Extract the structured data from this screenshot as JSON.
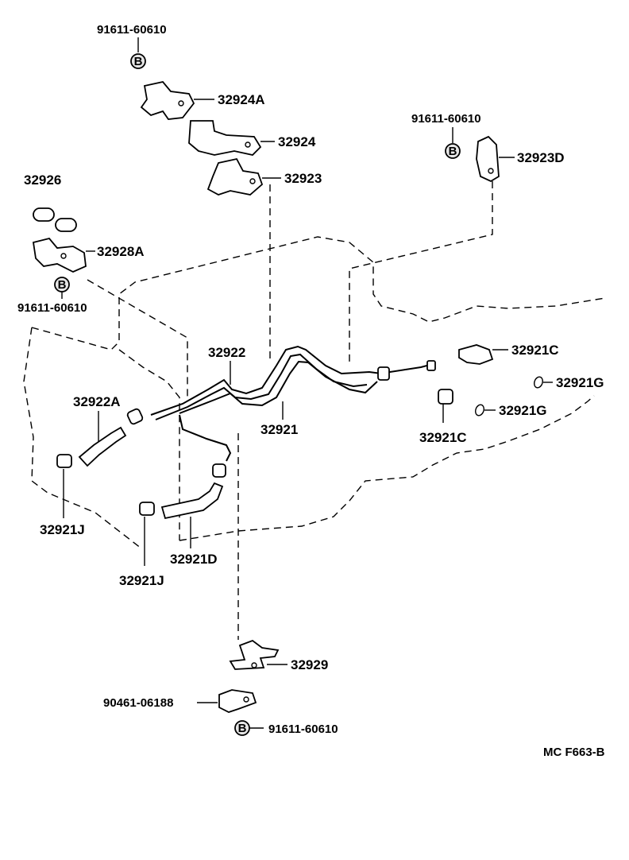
{
  "diagram_code": "MC F663-B",
  "bolt_symbol": "B",
  "parts": {
    "bolt_top": "91611-60610",
    "bracket_32924a": "32924A",
    "bracket_32924": "32924",
    "bracket_32923": "32923",
    "bolt_right": "91611-60610",
    "clamp_32923d": "32923D",
    "cushion_32926": "32926",
    "clamp_32928a": "32928A",
    "bolt_left": "91611-60610",
    "pipe_32922": "32922",
    "hose_32922a": "32922A",
    "pipe_32921": "32921",
    "union_32921c_a": "32921C",
    "union_32921c_b": "32921C",
    "gasket_32921g_a": "32921G",
    "gasket_32921g_b": "32921G",
    "clip_32921j_a": "32921J",
    "clip_32921j_b": "32921J",
    "hose_32921d": "32921D",
    "bracket_32929": "32929",
    "clamp_90461": "90461-06188",
    "bolt_bottom": "91611-60610"
  }
}
